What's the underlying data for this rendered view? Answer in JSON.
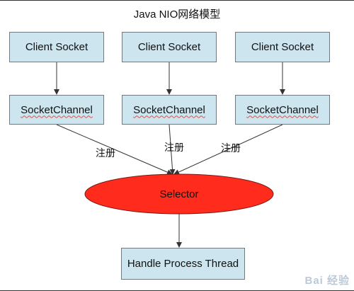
{
  "title": "Java NIO网络模型",
  "client_sockets": [
    {
      "label": "Client Socket"
    },
    {
      "label": "Client Socket"
    },
    {
      "label": "Client Socket"
    }
  ],
  "socket_channels": [
    {
      "label": "SocketChannel"
    },
    {
      "label": "SocketChannel"
    },
    {
      "label": "SocketChannel"
    }
  ],
  "register_labels": [
    "注册",
    "注册",
    "注册"
  ],
  "selector": {
    "label": "Selector",
    "fill": "#ff2b1c",
    "stroke": "#7a1a14"
  },
  "handler": {
    "label": "Handle Process Thread"
  },
  "colors": {
    "box_fill": "#cce5ef",
    "box_border": "#6f7a80",
    "arrow": "#333333"
  },
  "watermark": "Bai 经验"
}
